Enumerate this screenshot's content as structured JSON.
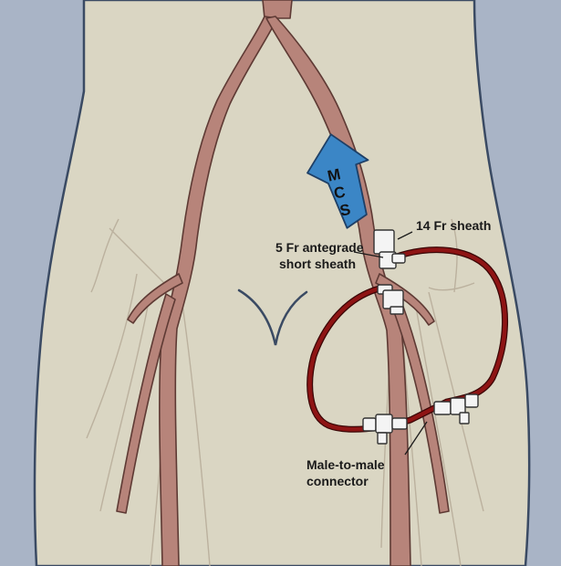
{
  "figure": {
    "arrow_label": "MCS",
    "labels": {
      "sheath_14fr": "14 Fr sheath",
      "sheath_5fr_line1": "5 Fr antegrade",
      "sheath_5fr_line2": "short sheath",
      "connector_line1": "Male-to-male",
      "connector_line2": "connector"
    }
  },
  "colors": {
    "background": "#a9b4c6",
    "skin": "#dad6c3",
    "skin_outline": "#3a4a63",
    "artery": "#b7847a",
    "artery_outline": "#5e3a34",
    "tubing": "#8e1414",
    "arrow": "#3b86c6",
    "device": "#f4f4f4"
  }
}
